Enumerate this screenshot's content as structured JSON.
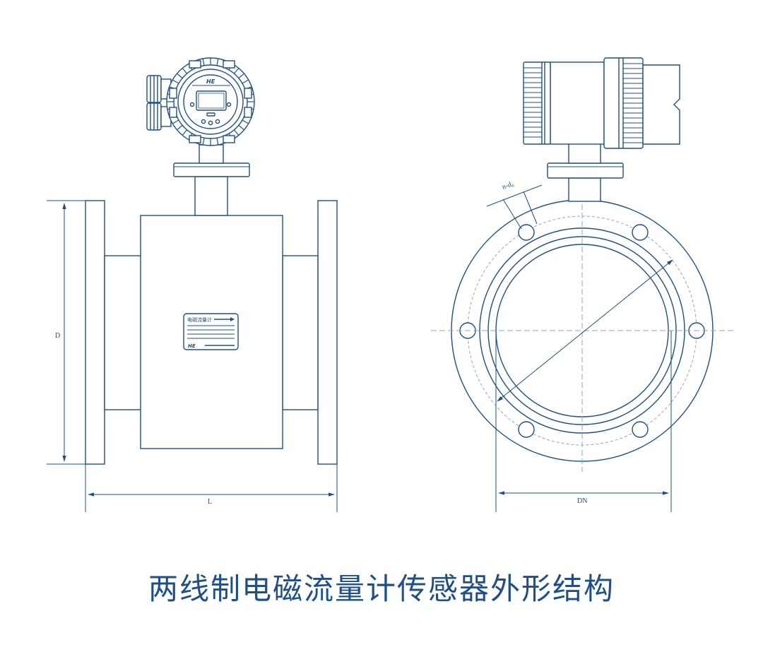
{
  "caption": "两线制电磁流量计传感器外形结构",
  "colors": {
    "line": "#1c4f8c",
    "dash": "#8aa9cf",
    "text": "#1c4f8c"
  },
  "front_view": {
    "dim_height": "D",
    "dim_length": "L",
    "nameplate_title": "电磁流量计",
    "nameplate_logo": "HE",
    "display_logo": "HE"
  },
  "side_view": {
    "dim_bore": "DN",
    "dim_bolt_holes": "n-d₀"
  }
}
